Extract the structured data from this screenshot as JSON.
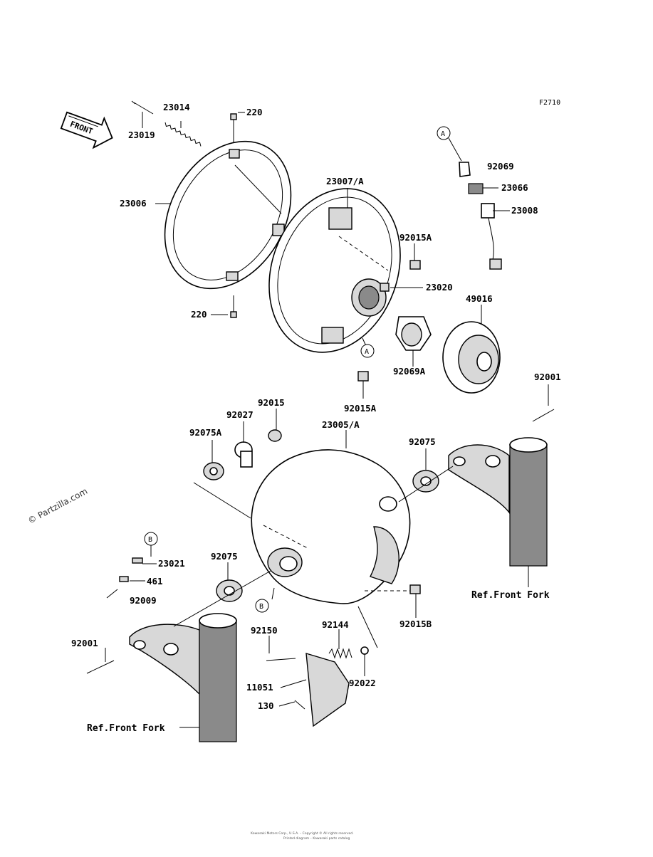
{
  "diagram": {
    "code": "F2710",
    "front_label": "FRONT",
    "watermark": "© Partzilla.com",
    "footer_lines": [
      "Kawasaki Motors Corp., U.S.A. – Copyright © All rights reserved.",
      "Printed diagram – Kawasaki parts catalog"
    ],
    "ref_labels": {
      "right_fork": "Ref.Front Fork",
      "left_fork": "Ref.Front Fork"
    },
    "circle_refs": {
      "a_top": "A",
      "a_housing": "A",
      "b_left": "B",
      "b_housing": "B"
    },
    "part_labels": {
      "p23014": "23014",
      "p23019": "23019",
      "p220_top": "220",
      "p23006": "23006",
      "p220_bottom": "220",
      "p23007": "23007/A",
      "p92015A_top": "92015A",
      "p23020": "23020",
      "p49016": "49016",
      "p92069A": "92069A",
      "p92015A_mid": "92015A",
      "p92069": "92069",
      "p23066": "23066",
      "p23008": "23008",
      "p92001_right": "92001",
      "p92015": "92015",
      "p92027": "92027",
      "p92075A": "92075A",
      "p23005": "23005/A",
      "p92075_right": "92075",
      "p23021": "23021",
      "p461": "461",
      "p92009": "92009",
      "p92075_left": "92075",
      "p92015B": "92015B",
      "p92150": "92150",
      "p92144": "92144",
      "p92001_left": "92001",
      "p11051": "11051",
      "p92022": "92022",
      "p130": "130"
    }
  }
}
